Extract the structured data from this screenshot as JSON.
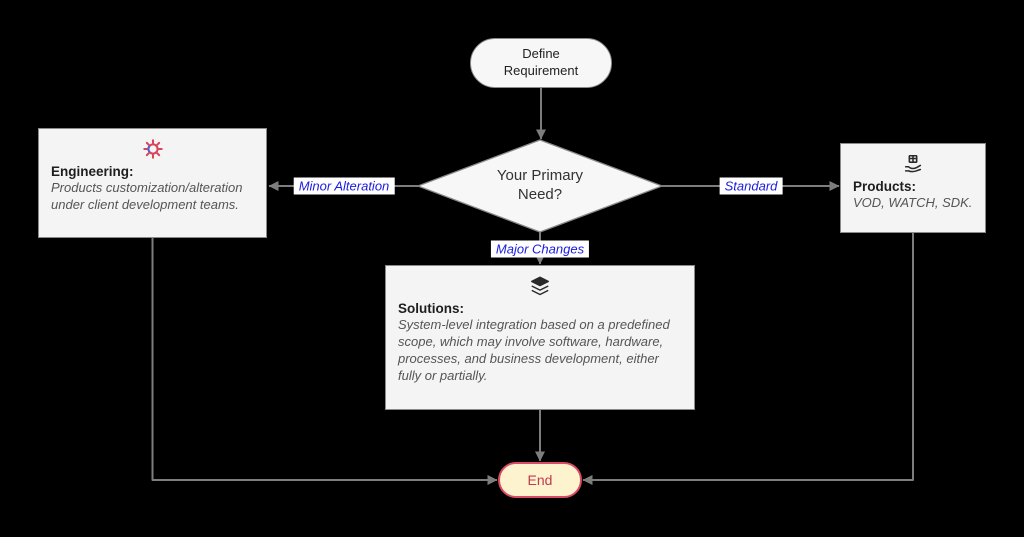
{
  "diagram": {
    "type": "flowchart",
    "nodes": {
      "start": {
        "label": "Define Requirement"
      },
      "decision": {
        "label": "Your Primary Need?"
      },
      "engineering": {
        "icon": "gear-icon",
        "title": "Engineering:",
        "desc": "Products customization/alteration under client development teams."
      },
      "products": {
        "icon": "hand-box-icon",
        "title": "Products:",
        "desc": "VOD, WATCH, SDK."
      },
      "solutions": {
        "icon": "layers-icon",
        "title": "Solutions:",
        "desc": "System-level integration based on a predefined scope, which may involve software, hardware, processes, and business development, either fully or partially."
      },
      "end": {
        "label": "End"
      }
    },
    "edges": {
      "minor": {
        "label": "Minor Alteration"
      },
      "standard": {
        "label": "Standard"
      },
      "major": {
        "label": "Major Changes"
      }
    }
  },
  "colors": {
    "bg": "#000000",
    "node_fill": "#f4f4f4",
    "node_border": "#8a8a8a",
    "line": "#7d7d7d",
    "accent_blue": "#1b1be0",
    "label_bg": "#ffffff",
    "end_fill": "#fdf3cf",
    "end_border": "#d94b63",
    "end_text": "#c3394f"
  }
}
